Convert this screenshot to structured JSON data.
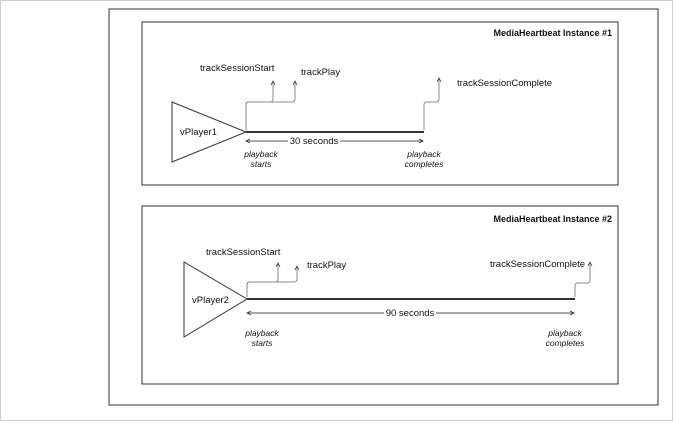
{
  "instance1": {
    "title": "MediaHeartbeat Instance #1",
    "player": "vPlayer1",
    "events": {
      "session_start": "trackSessionStart",
      "play": "trackPlay",
      "complete": "trackSessionComplete"
    },
    "duration": "30 seconds",
    "start_caption": [
      "playback",
      "starts"
    ],
    "end_caption": [
      "playback",
      "completes"
    ]
  },
  "instance2": {
    "title": "MediaHeartbeat Instance #2",
    "player": "vPlayer2",
    "events": {
      "session_start": "trackSessionStart",
      "play": "trackPlay",
      "complete": "trackSessionComplete"
    },
    "duration": "90 seconds",
    "start_caption": [
      "playback",
      "starts"
    ],
    "end_caption": [
      "playback",
      "completes"
    ]
  }
}
